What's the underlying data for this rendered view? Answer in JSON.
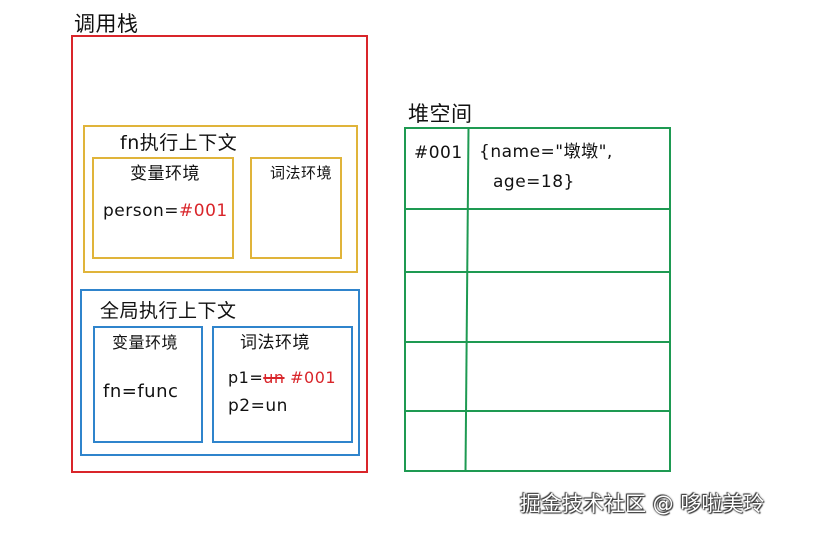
{
  "colors": {
    "call_stack": "#d9252a",
    "fn_context": "#e0b43a",
    "global_context": "#2f84cc",
    "heap": "#1e9a52",
    "highlight": "#d9252a"
  },
  "call_stack": {
    "title": "调用栈",
    "fn_context": {
      "title": "fn执行上下文",
      "variable_env": {
        "title": "变量环境",
        "entry_name": "person=",
        "entry_value": "#001"
      },
      "lexical_env": {
        "title": "词法环境"
      }
    },
    "global_context": {
      "title": "全局执行上下文",
      "variable_env": {
        "title": "变量环境",
        "entry": "fn=func"
      },
      "lexical_env": {
        "title": "词法环境",
        "p1_name": "p1=",
        "p1_old": "un",
        "p1_new": "#001",
        "p2": "p2=un"
      }
    }
  },
  "heap": {
    "title": "堆空间",
    "rows": [
      {
        "address": "#001",
        "value_line1": "{name=\"墩墩\",",
        "value_line2": "age=18}"
      }
    ]
  },
  "watermark": "掘金技术社区 @ 哆啦美玲"
}
